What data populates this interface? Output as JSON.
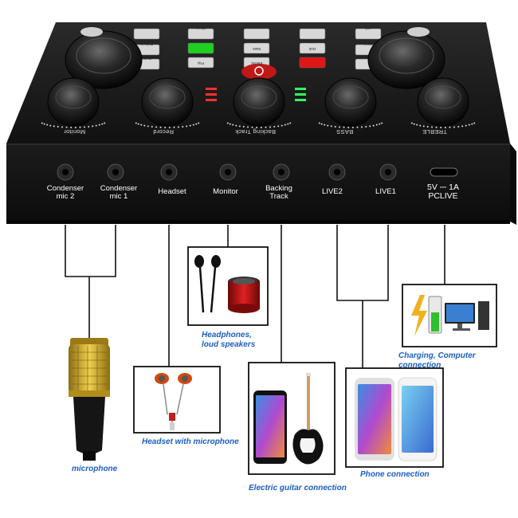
{
  "device": {
    "knob_labels": [
      "Monitor",
      "Record",
      "Backing Track",
      "BASS",
      "TREBLE"
    ],
    "ports": [
      {
        "label": "Condenser\nmic 2"
      },
      {
        "label": "Condenser\nmic 1"
      },
      {
        "label": "Headset"
      },
      {
        "label": "Monitor"
      },
      {
        "label": "Backing\nTrack"
      },
      {
        "label": "LIVE2"
      },
      {
        "label": "LIVE1"
      },
      {
        "label": "5V ⎓ 1A\nPCLIVE"
      }
    ],
    "button_labels": [
      "Mute",
      "Electric",
      "Pop",
      "Dub",
      "Yell",
      "Mimic",
      "Ridicule",
      "Pretty",
      "Cheer"
    ]
  },
  "captions": {
    "microphone": "microphone",
    "headset": "Headset with microphone",
    "headphones": "Headphones,\nloud speakers",
    "guitar": "Electric guitar connection",
    "phone": "Phone connection",
    "charging": "Charging, Computer connection"
  },
  "colors": {
    "device_body": "#1a1a1a",
    "caption_blue": "#1b5fc4",
    "button_green": "#1fd01f",
    "button_red": "#e01515",
    "led_red": "#ff3030",
    "led_green": "#30ff60",
    "mic_gold": "#d9b32a"
  }
}
